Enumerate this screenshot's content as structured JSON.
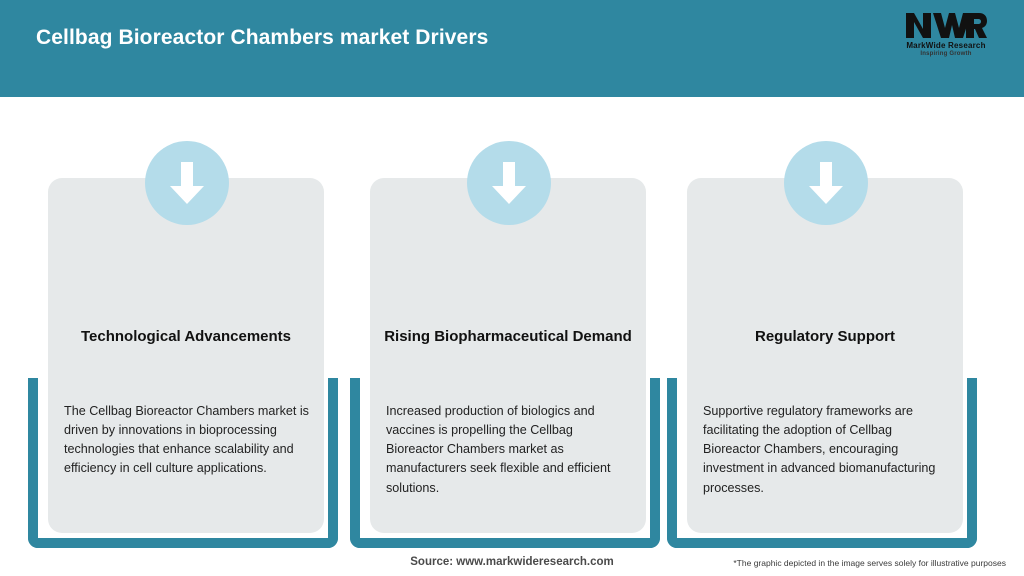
{
  "header": {
    "title": "Cellbag Bioreactor Chambers market Drivers",
    "bar_color": "#2f87a0",
    "title_color": "#ffffff",
    "logo": {
      "mark": "MWR",
      "name": "MarkWide Research",
      "tagline": "Inspiring Growth"
    }
  },
  "theme": {
    "accent": "#2f87a0",
    "card_background": "#e6e9ea",
    "icon_circle": "#b4dcea",
    "icon_arrow": "#ffffff",
    "page_background": "#ffffff"
  },
  "cards": [
    {
      "icon": "arrow-down-icon",
      "title": "Technological Advancements",
      "body": "The Cellbag Bioreactor Chambers market is driven by innovations in bioprocessing technologies that enhance scalability and efficiency in cell culture applications."
    },
    {
      "icon": "arrow-down-icon",
      "title": "Rising Biopharmaceutical Demand",
      "body": "Increased production of biologics and vaccines is propelling the Cellbag Bioreactor Chambers market as manufacturers seek flexible and efficient solutions."
    },
    {
      "icon": "arrow-down-icon",
      "title": "Regulatory Support",
      "body": "Supportive regulatory frameworks are facilitating the adoption of Cellbag Bioreactor Chambers, encouraging investment in advanced biomanufacturing processes."
    }
  ],
  "footer": {
    "source": "Source: www.markwideresearch.com",
    "disclaimer": "*The graphic depicted in the image serves solely for illustrative purposes"
  }
}
